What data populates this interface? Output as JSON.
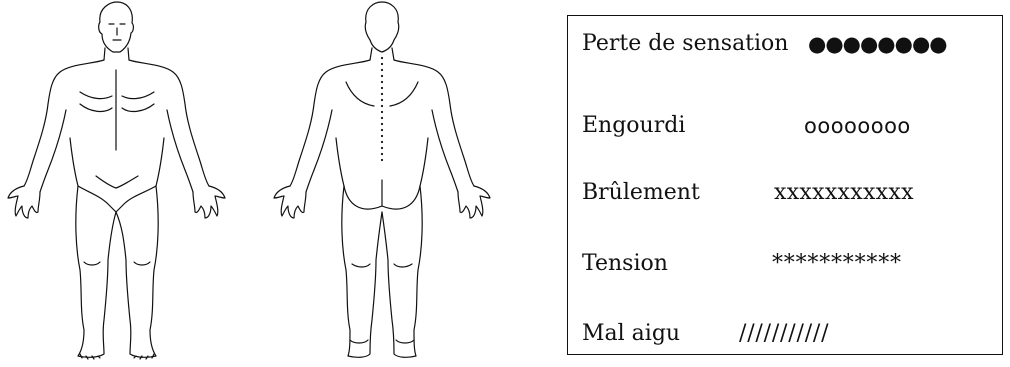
{
  "legend": {
    "rows": [
      {
        "label": "Perte de sensation",
        "symbol": "●●●●●●●●"
      },
      {
        "label": "Engourdi",
        "symbol": "oooooooo"
      },
      {
        "label": "Brûlement",
        "symbol": "xxxxxxxxxxx"
      },
      {
        "label": "Tension",
        "symbol": "***********"
      },
      {
        "label": "Mal aigu",
        "symbol": "///////////"
      }
    ]
  },
  "figures": {
    "front_icon": "human-body-front-icon",
    "back_icon": "human-body-back-icon"
  }
}
